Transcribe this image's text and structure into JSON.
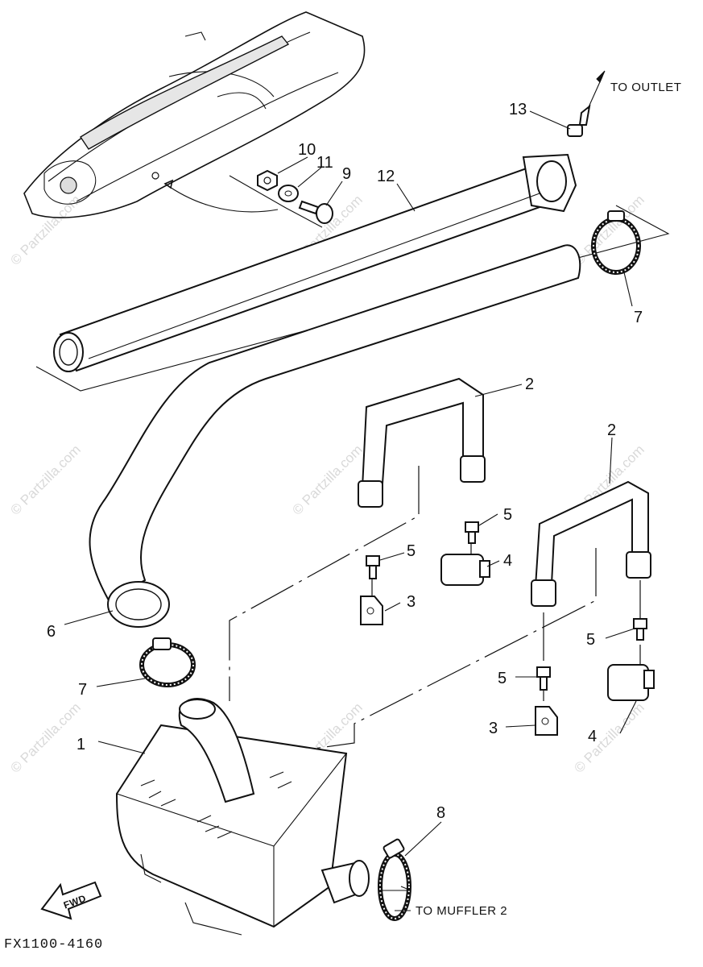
{
  "diagram": {
    "part_labels": {
      "p1": "1",
      "p2a": "2",
      "p2b": "2",
      "p3a": "3",
      "p3b": "3",
      "p4a": "4",
      "p4b": "4",
      "p5a": "5",
      "p5b": "5",
      "p5c": "5",
      "p5d": "5",
      "p6": "6",
      "p7a": "7",
      "p7b": "7",
      "p8": "8",
      "p9": "9",
      "p10": "10",
      "p11": "11",
      "p12": "12",
      "p13": "13"
    },
    "callouts": {
      "to_outlet": "TO OUTLET",
      "to_muffler": "TO MUFFLER 2",
      "fwd": "FWD"
    },
    "drawing_code": "FX1100-4160",
    "watermark": "© Partzilla.com"
  }
}
